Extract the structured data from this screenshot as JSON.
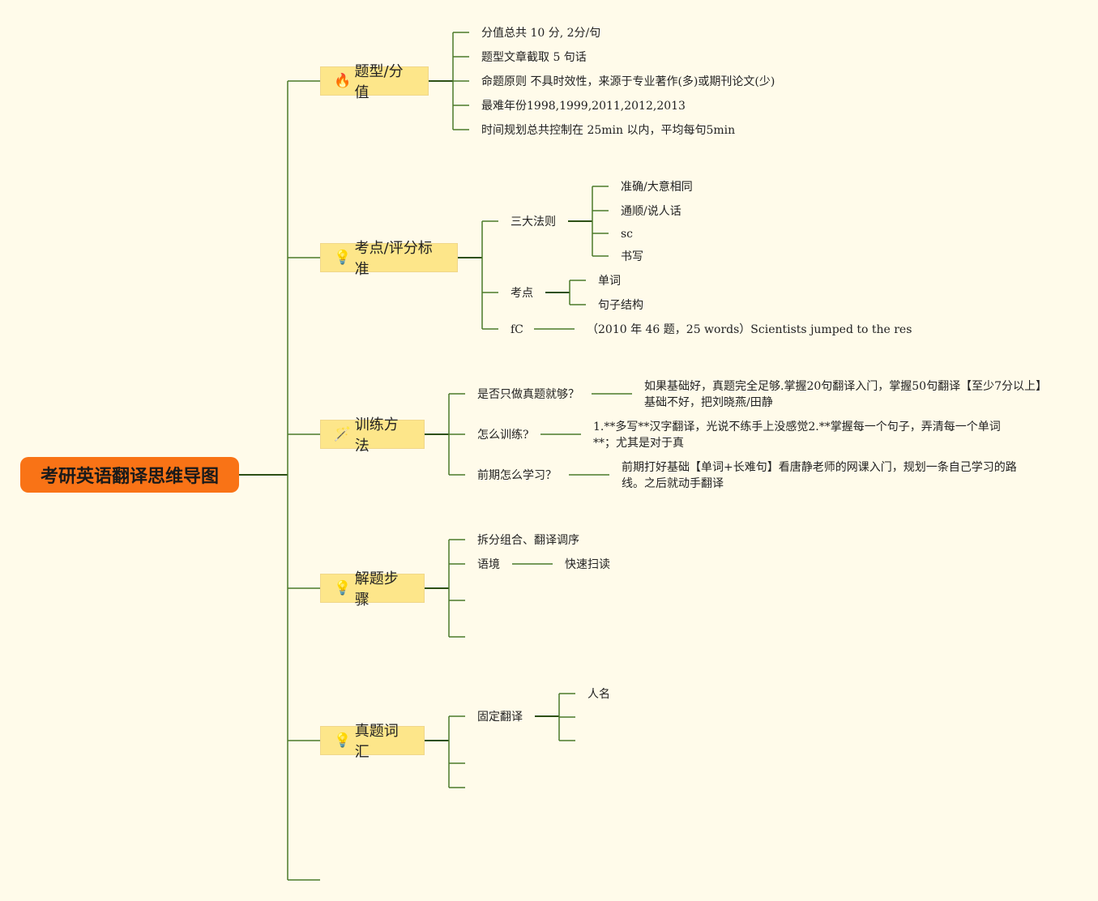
{
  "root": "考研英语翻译思维导图",
  "branches": [
    {
      "label": "题型/分值",
      "icon": "fire-icon",
      "glyph": "🔥",
      "items": [
        "分值总共 10 分, 2分/句",
        "题型文章截取 5 句话",
        "命题原则 不具时效性，来源于专业著作(多)或期刊论文(少)",
        "最难年份1998,1999,2011,2012,2013",
        "时间规划总共控制在 25min 以内，平均每句5min"
      ]
    },
    {
      "label": "考点/评分标准",
      "icon": "lightbulb-icon",
      "glyph": "💡",
      "groups": [
        {
          "label": "三大法则",
          "items": [
            "准确/大意相同",
            "通顺/说人话",
            "sc",
            "书写"
          ]
        },
        {
          "label": "考点",
          "items": [
            "单词",
            "句子结构"
          ]
        },
        {
          "label": "fC",
          "items": [
            "（2010 年 46 题，25 words）Scientists jumped to the res"
          ]
        }
      ]
    },
    {
      "label": "训练方法",
      "icon": "magic-wand-icon",
      "glyph": "🪄",
      "groups": [
        {
          "label": "是否只做真题就够？",
          "answer": [
            "如果基础好，真题完全足够.掌握20句翻译入门，掌握50句翻译【至少7分以上】",
            "基础不好，把刘晓燕/田静"
          ]
        },
        {
          "label": "怎么训练?",
          "answer": [
            "1.**多写**汉字翻译，光说不练手上没感觉2.**掌握每一个句子，弄清每一个单词",
            "**；尤其是对于真"
          ]
        },
        {
          "label": "前期怎么学习？",
          "answer": [
            "前期打好基础【单词+长难句】看唐静老师的网课入门，规划一条自己学习的路",
            "线。之后就动手翻译"
          ]
        }
      ]
    },
    {
      "label": "解题步骤",
      "icon": "lightbulb-icon",
      "glyph": "💡",
      "groups": [
        {
          "label": "拆分组合、翻译调序"
        },
        {
          "label": "语境",
          "items": [
            "快速扫读"
          ]
        }
      ]
    },
    {
      "label": "真题词汇",
      "icon": "lightbulb-icon",
      "glyph": "💡",
      "groups": [
        {
          "label": "固定翻译",
          "items": [
            "人名"
          ]
        }
      ]
    }
  ]
}
